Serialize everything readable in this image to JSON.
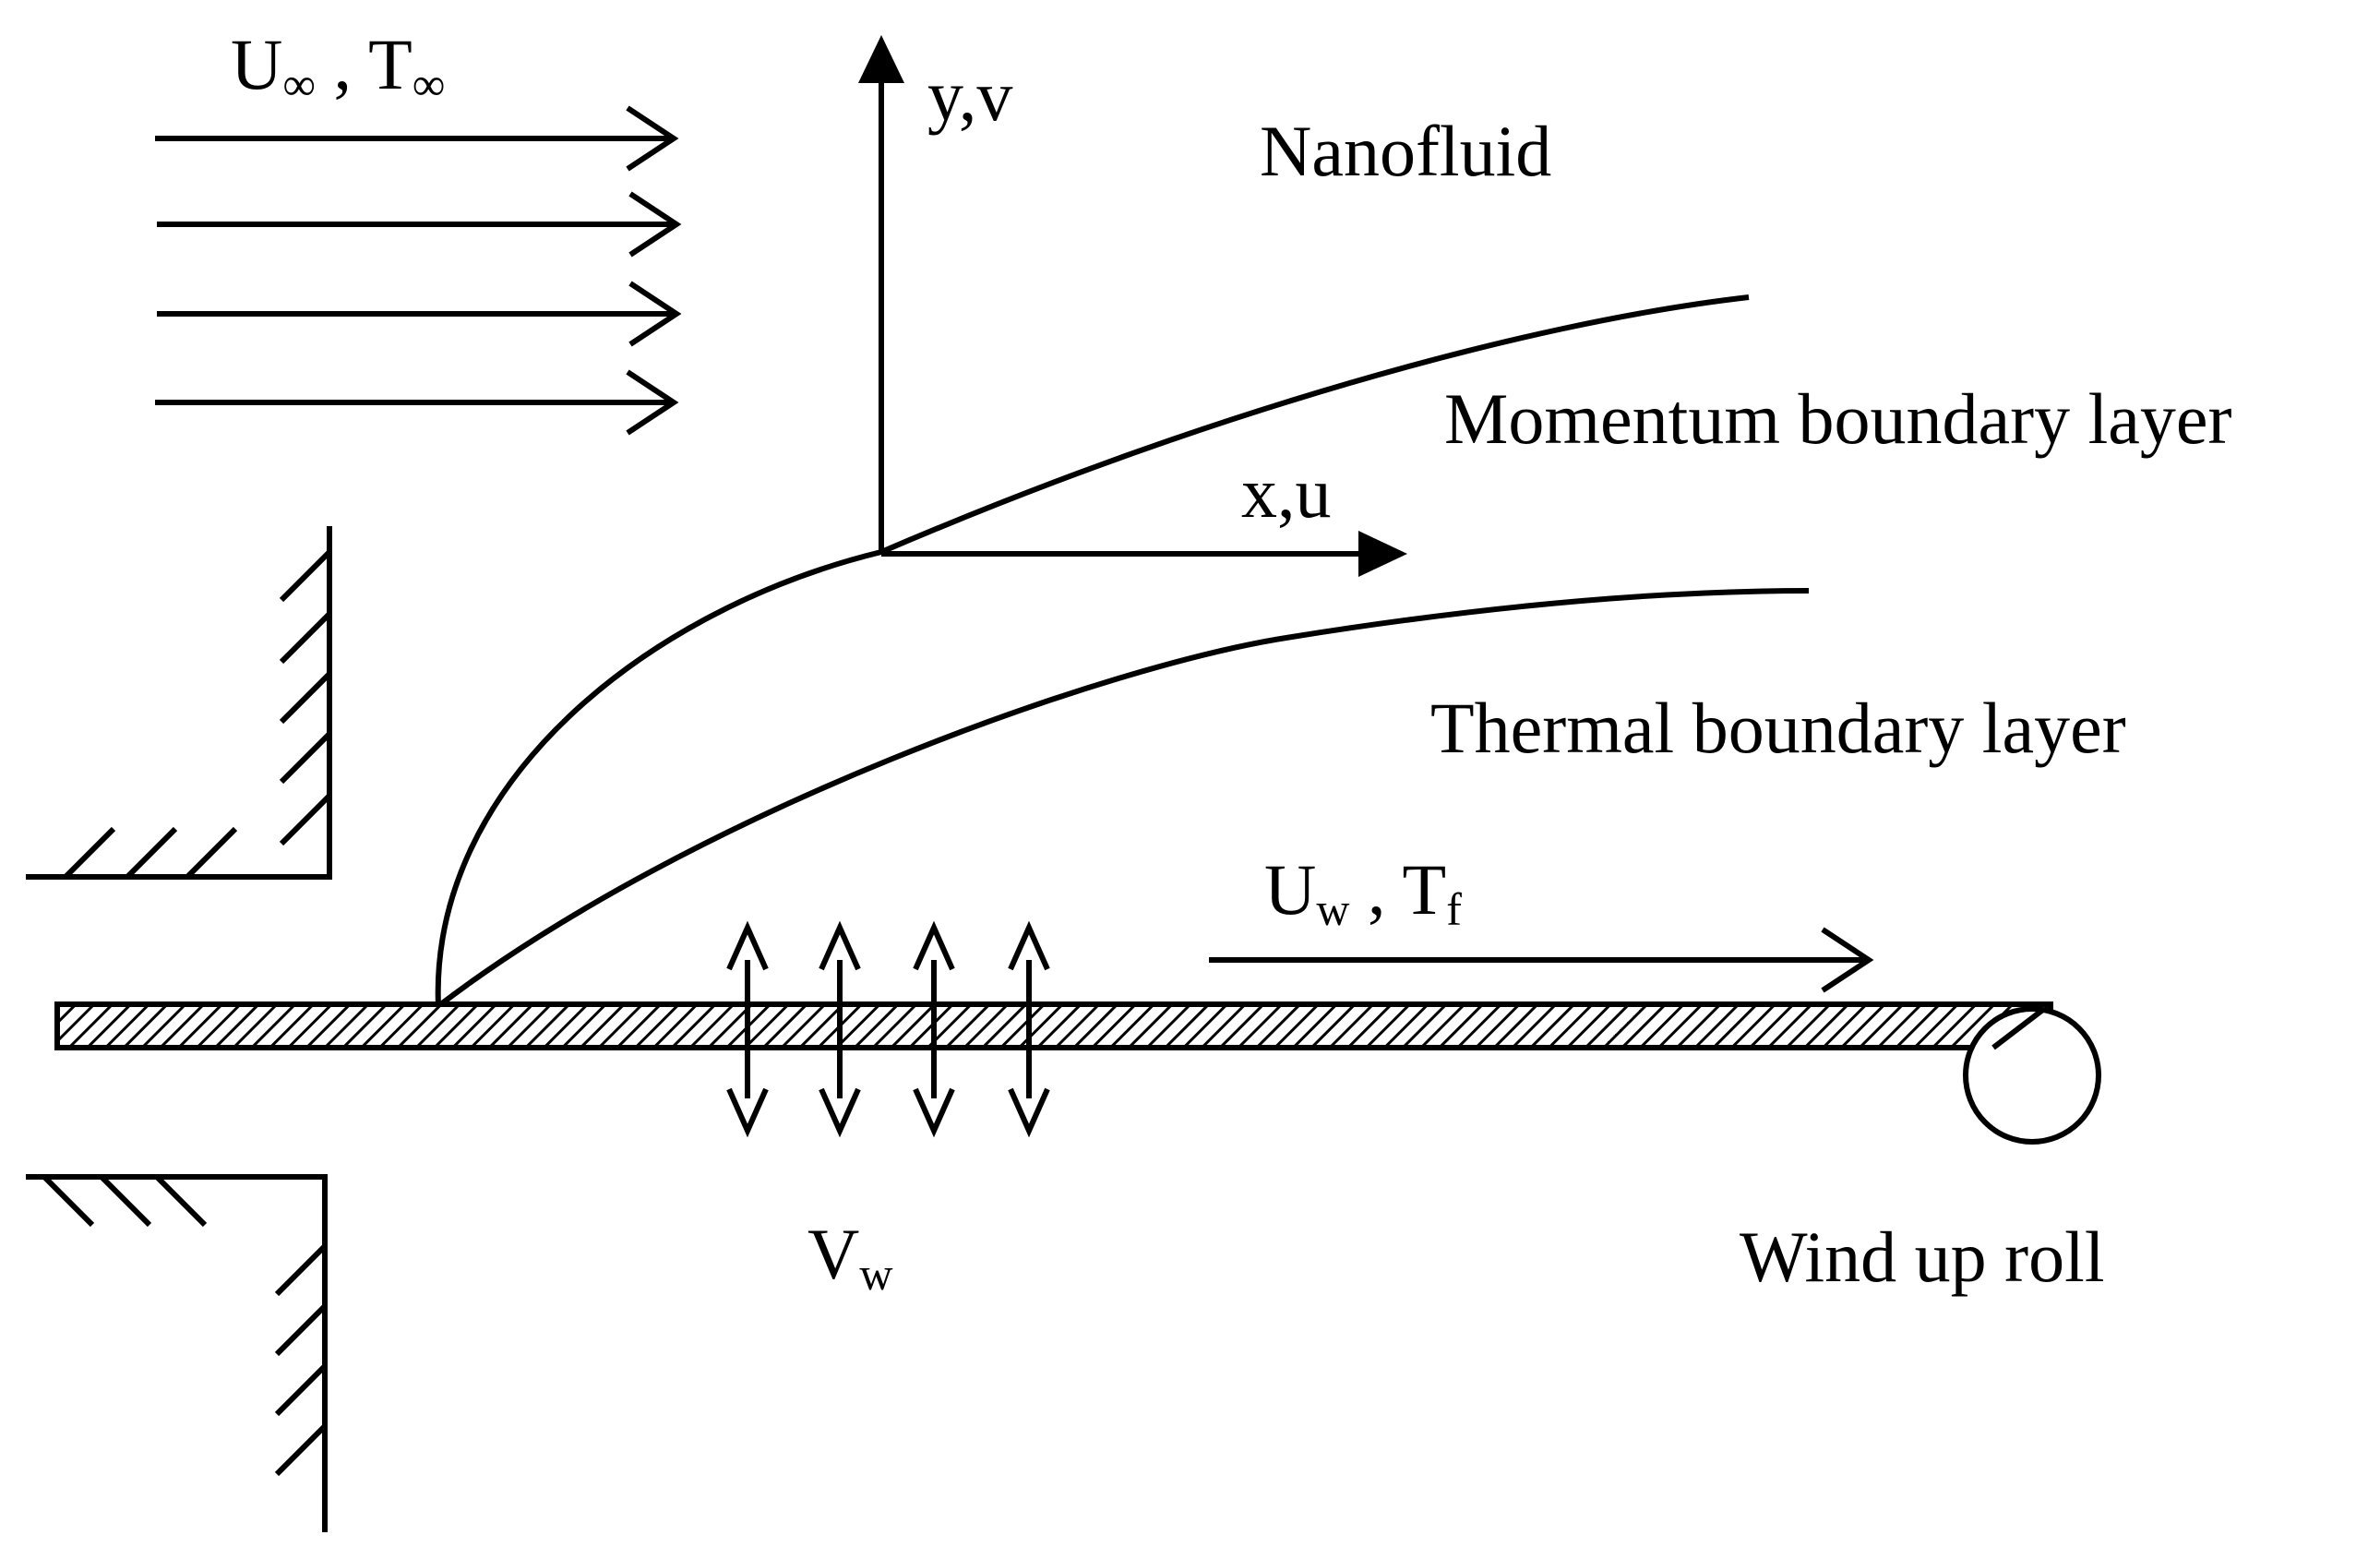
{
  "labels": {
    "freestream_main": "U",
    "freestream_sub": "∞",
    "freestream_sep": " , T",
    "freestream_sub2": "∞",
    "y_axis": "y,v",
    "x_axis": "x,u",
    "nanofluid": "Nanofluid",
    "momentum_layer": "Momentum boundary layer",
    "thermal_layer": "Thermal boundary layer",
    "wall_main": "U",
    "wall_sub": "w",
    "wall_sep": " , T",
    "wall_sub2": "f",
    "suction_main": "V",
    "suction_sub": "w",
    "roll": "Wind up roll"
  },
  "colors": {
    "ink": "#000000",
    "background": "#ffffff"
  }
}
